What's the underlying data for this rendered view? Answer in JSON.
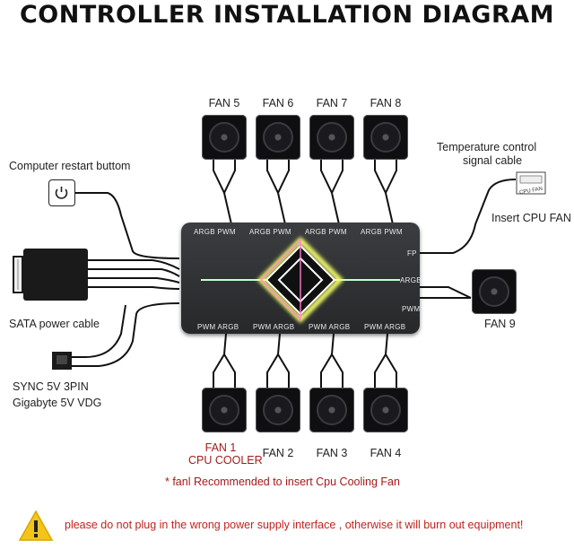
{
  "title": "CONTROLLER INSTALLATION DIAGRAM",
  "top_fans": [
    "FAN 5",
    "FAN 6",
    "FAN 7",
    "FAN 8"
  ],
  "bottom_fans": [
    "FAN 1",
    "FAN 2",
    "FAN 3",
    "FAN 4"
  ],
  "cpu_cooler_label": "CPU COOLER",
  "fan9": "FAN 9",
  "restart_label": "Computer restart buttom",
  "sata_label": "SATA  power cable",
  "sync_label": "SYNC 5V 3PIN",
  "gigabyte_label": "Gigabyte 5V VDG",
  "temp_label_1": "Temperature control",
  "temp_label_2": "signal cable",
  "insert_cpu_fan": "Insert CPU FAN",
  "cpu_fan_tag": "CPU FAN",
  "port_top": "ARGB PWM",
  "port_bottom": "PWM ARGB",
  "port_fp": "FP",
  "port_argb": "ARGB",
  "port_pwm": "PWM",
  "note": "* fanl Recommended to insert Cpu Cooling Fan",
  "warning": "please do not plug in the wrong power supply interface , otherwise it will burn out equipment!",
  "colors": {
    "glow_green": "#39ff6a",
    "glow_pink": "#ff7bd0",
    "glow_yellow": "#f5ff6a",
    "warning_yellow": "#f3c51b",
    "warning_text": "#c0241c"
  }
}
